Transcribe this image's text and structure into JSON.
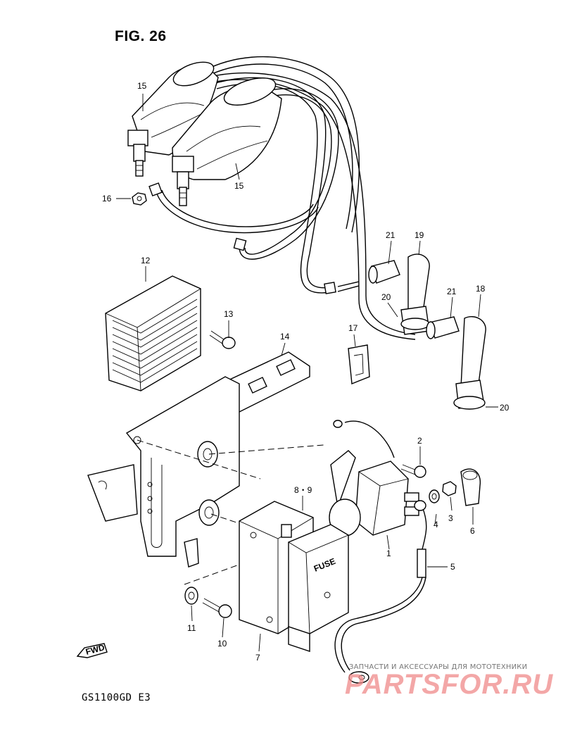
{
  "figure": {
    "title": "FIG. 26",
    "model": "GS1100GD E3",
    "fwd_label": "FWD"
  },
  "callouts": [
    {
      "id": "15a",
      "label": "15"
    },
    {
      "id": "15b",
      "label": "15"
    },
    {
      "id": "16",
      "label": "16"
    },
    {
      "id": "12",
      "label": "12"
    },
    {
      "id": "13",
      "label": "13"
    },
    {
      "id": "14",
      "label": "14"
    },
    {
      "id": "17",
      "label": "17"
    },
    {
      "id": "21a",
      "label": "21"
    },
    {
      "id": "19",
      "label": "19"
    },
    {
      "id": "20a",
      "label": "20"
    },
    {
      "id": "21b",
      "label": "21"
    },
    {
      "id": "18",
      "label": "18"
    },
    {
      "id": "20b",
      "label": "20"
    },
    {
      "id": "2",
      "label": "2"
    },
    {
      "id": "8-9",
      "label": "8・9"
    },
    {
      "id": "4",
      "label": "4"
    },
    {
      "id": "3",
      "label": "3"
    },
    {
      "id": "6",
      "label": "6"
    },
    {
      "id": "1",
      "label": "1"
    },
    {
      "id": "5",
      "label": "5"
    },
    {
      "id": "11",
      "label": "11"
    },
    {
      "id": "10",
      "label": "10"
    },
    {
      "id": "7",
      "label": "7"
    }
  ],
  "fuse_cover_text": "FUSE",
  "watermark": {
    "small": "ЗАПЧАСТИ И АКСЕССУАРЫ ДЛЯ МОТОТЕХНИКИ",
    "big": "PARTSFOR.RU"
  }
}
